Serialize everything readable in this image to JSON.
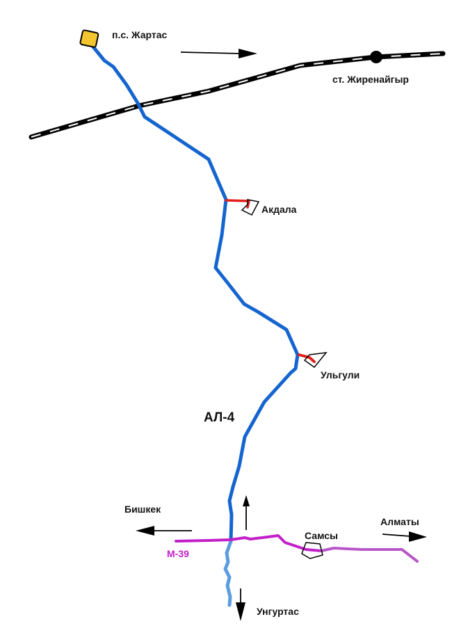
{
  "labels": {
    "start_point": "п.с. Жартас",
    "station": "ст. Жиренайгыр",
    "village_akdala": "Акдала",
    "village_ulguli": "Ульгули",
    "road_al4": "АЛ-4",
    "city_bishkek": "Бишкек",
    "road_m39": "М-39",
    "village_samsy": "Самсы",
    "city_almaty": "Алматы",
    "village_ungurtas": "Унгуртас"
  },
  "colors": {
    "route_main": "#1565d0",
    "route_south": "#5b9ddf",
    "road_m39": "#c21fc9",
    "road_m39_east": "#b857c8",
    "access_road": "#e0201a",
    "railway": "#000000",
    "substation": "#f2c531"
  }
}
